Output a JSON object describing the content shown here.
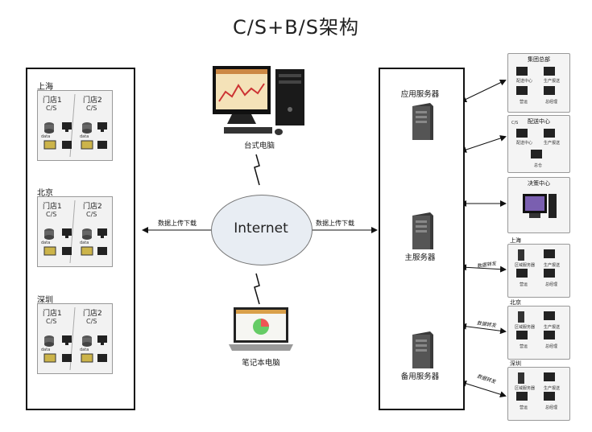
{
  "title": "C/S+B/S架构",
  "cities": [
    {
      "name": "上海",
      "stores": [
        {
          "label": "门店1",
          "sub": "C/S"
        },
        {
          "label": "门店2",
          "sub": "C/S"
        }
      ]
    },
    {
      "name": "北京",
      "stores": [
        {
          "label": "门店1",
          "sub": "C/S"
        },
        {
          "label": "门店2",
          "sub": "C/S"
        }
      ]
    },
    {
      "name": "深圳",
      "stores": [
        {
          "label": "门店1",
          "sub": "C/S"
        },
        {
          "label": "门店2",
          "sub": "C/S"
        }
      ]
    }
  ],
  "store_icons": {
    "data": "data"
  },
  "center": {
    "internet": "Internet",
    "desktop": "台式电脑",
    "laptop": "笔记本电脑",
    "transfer_left": "数据上传下载",
    "transfer_right": "数据上传下载"
  },
  "servers": {
    "app": "应用服务器",
    "main": "主服务器",
    "backup": "备用服务器"
  },
  "right_boxes": [
    {
      "title": "集团总部",
      "items": [
        "配送中心",
        "生产报送",
        "营运",
        "总经理"
      ]
    },
    {
      "title": "配送中心",
      "cs": "C/S",
      "items": [
        "配送中心",
        "生产报送",
        "总仓"
      ]
    },
    {
      "title": "决策中心"
    },
    {
      "title": "上海",
      "items": [
        "区域服务器",
        "生产报送",
        "营运",
        "总经理"
      ]
    },
    {
      "title": "北京",
      "items": [
        "区域服务器",
        "生产报送",
        "营运",
        "总经理"
      ]
    },
    {
      "title": "深圳",
      "items": [
        "区域服务器",
        "生产报送",
        "营运",
        "总经理"
      ]
    }
  ],
  "forward_label": "数据转发"
}
